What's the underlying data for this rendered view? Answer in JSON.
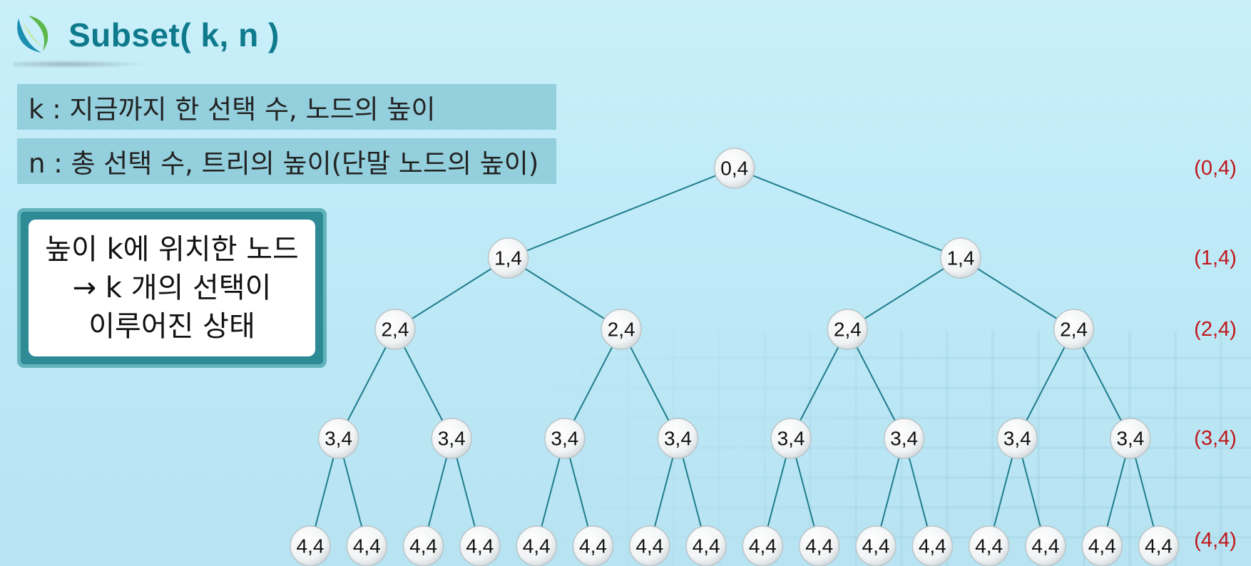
{
  "title": "Subset( k, n )",
  "definitions": {
    "k": "k : 지금까지 한 선택 수, 노드의 높이",
    "n": "n : 총 선택 수, 트리의 높이(단말 노드의 높이)"
  },
  "note": {
    "line1": "높이 k에 위치한 노드",
    "line2": "→ k 개의 선택이",
    "line3": "이루어진 상태"
  },
  "tree": {
    "levels": [
      {
        "label": "0,4",
        "count": 1,
        "marker": "(0,4)"
      },
      {
        "label": "1,4",
        "count": 2,
        "marker": "(1,4)"
      },
      {
        "label": "2,4",
        "count": 4,
        "marker": "(2,4)"
      },
      {
        "label": "3,4",
        "count": 8,
        "marker": "(3,4)"
      },
      {
        "label": "4,4",
        "count": 16,
        "marker": "(4,4)"
      }
    ]
  },
  "colors": {
    "title": "#0e7a8c",
    "edge": "#1f7d8c",
    "level_marker": "#c0161a",
    "definition_bar": "#93cfdc",
    "note_border": "#2e8b95"
  }
}
